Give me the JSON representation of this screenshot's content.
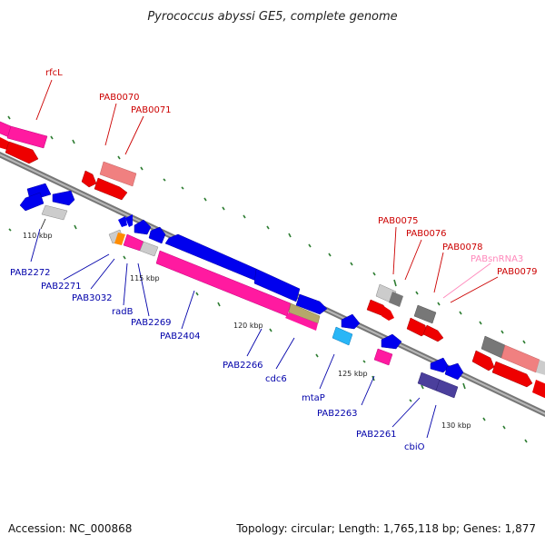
{
  "title": "Pyrococcus abyssi GE5, complete genome",
  "accession": "Accession: NC_000868",
  "topology": "Topology: circular; Length: 1,765,118 bp; Genes: 1,877",
  "colors": {
    "backbone": "#888888",
    "gc_dash": "#2e7d32",
    "forward_gene": "#ee0000",
    "forward_gene_light": "#f08080",
    "forward_grey": "#777777",
    "forward_grey_light": "#cccccc",
    "reverse_gene": "#0000ee",
    "magenta": "#ff1aa0",
    "cyan": "#29b6f6",
    "navy": "#4b3f9c",
    "olive": "#b5a86a",
    "orange": "#ff8c00",
    "label_red": "#cc0000",
    "label_blue": "#0000aa",
    "label_pink": "#ff88bb"
  },
  "ticks": {
    "t110": "110 kbp",
    "t115": "115 kbp",
    "t120": "120 kbp",
    "t125": "125 kbp",
    "t130": "130 kbp"
  },
  "labels": {
    "rfcl": "rfcL",
    "pab0070": "PAB0070",
    "pab0071": "PAB0071",
    "pab0075": "PAB0075",
    "pab0076": "PAB0076",
    "pab0078": "PAB0078",
    "pabsnrna3": "PABsnRNA3",
    "pab0079": "PAB0079",
    "pab2272": "PAB2272",
    "pab2271": "PAB2271",
    "pab3032": "PAB3032",
    "radb": "radB",
    "pab2269": "PAB2269",
    "pab2404": "PAB2404",
    "pab2266": "PAB2266",
    "cdc6": "cdc6",
    "mtap": "mtaP",
    "pab2263": "PAB2263",
    "pab2261": "PAB2261",
    "cbio": "cbiO"
  }
}
